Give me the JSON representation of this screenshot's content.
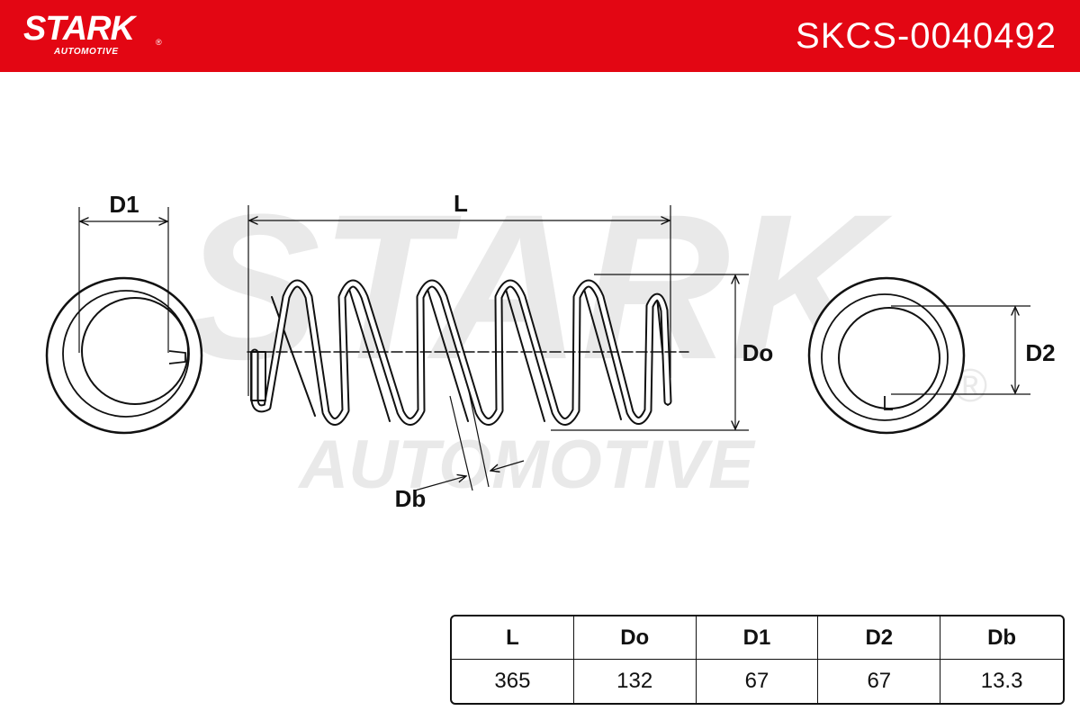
{
  "brand": {
    "name": "STARK",
    "sub": "AUTOMOTIVE",
    "registered": "®"
  },
  "part_number": "SKCS-0040492",
  "diagram_labels": {
    "d1": "D1",
    "l": "L",
    "do": "Do",
    "d2": "D2",
    "db": "Db"
  },
  "watermark": {
    "main": "STARK",
    "sub": "AUTOMOTIVE",
    "registered": "®"
  },
  "spec_table": {
    "headers": [
      "L",
      "Do",
      "D1",
      "D2",
      "Db"
    ],
    "values": [
      "365",
      "132",
      "67",
      "67",
      "13.3"
    ]
  },
  "colors": {
    "brand_red": "#e30613",
    "line": "#111111",
    "watermark": "#e6e6e6"
  }
}
